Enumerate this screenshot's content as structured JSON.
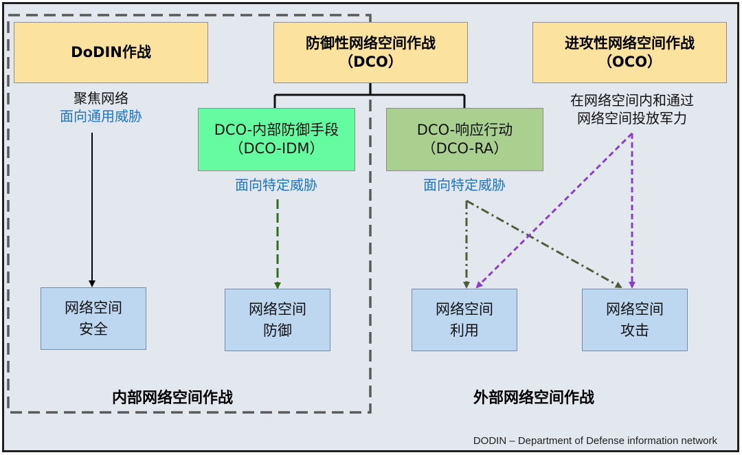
{
  "boxes": {
    "dodin": {
      "line1": "DoDIN作战",
      "line2": ""
    },
    "dco": {
      "line1": "防御性网络空间作战",
      "line2": "（DCO）"
    },
    "oco": {
      "line1": "进攻性网络空间作战",
      "line2": "（OCO）"
    },
    "dco_idm": {
      "line1": "DCO-内部防御手段",
      "line2": "（DCO-IDM）"
    },
    "dco_ra": {
      "line1": "DCO-响应行动",
      "line2": "（DCO-RA）"
    },
    "cyber_security": {
      "line1": "网络空间",
      "line2": "安全"
    },
    "cyber_defense": {
      "line1": "网络空间",
      "line2": "防御"
    },
    "cyber_exploitation": {
      "line1": "网络空间",
      "line2": "利用"
    },
    "cyber_attack": {
      "line1": "网络空间",
      "line2": "攻击"
    }
  },
  "annotations": {
    "dodin_focus": "聚焦网络",
    "dodin_threat": "面向通用威胁",
    "idm_threat": "面向特定威胁",
    "ra_threat": "面向特定威胁",
    "oco_desc1": "在网络空间内和通过",
    "oco_desc2": "网络空间投放军力"
  },
  "regions": {
    "internal": "内部网络空间作战",
    "external": "外部网络空间作战"
  },
  "footnote": "DODIN – Department of Defense information network",
  "colors": {
    "background": "#e3e7ee",
    "top_box": "#fbe29e",
    "idm_box": "#65fba0",
    "ra_box": "#a9d08e",
    "bottom_box": "#bcd7ef",
    "blue_text": "#1b75c6",
    "green_arrow": "#2e6b1c",
    "olive_arrow": "#4e5e3a",
    "purple_arrow": "#8a3fc9"
  }
}
